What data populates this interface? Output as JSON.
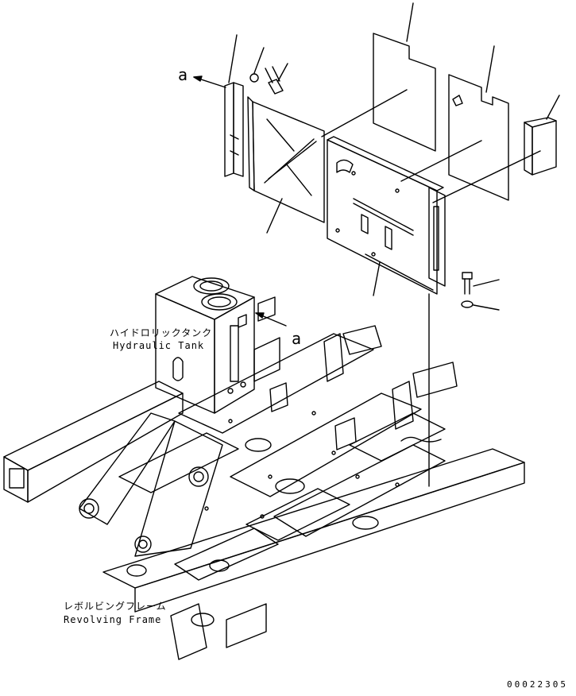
{
  "labels": {
    "hydraulic_tank_jp": "ハイドロリックタンク",
    "hydraulic_tank_en": "Hydraulic Tank",
    "revolving_frame_jp": "レボルビングフレーム",
    "revolving_frame_en": "Revolving Frame"
  },
  "callouts": {
    "view_a_top": "a",
    "view_a_mid": "a"
  },
  "drawing_code": "00022305"
}
